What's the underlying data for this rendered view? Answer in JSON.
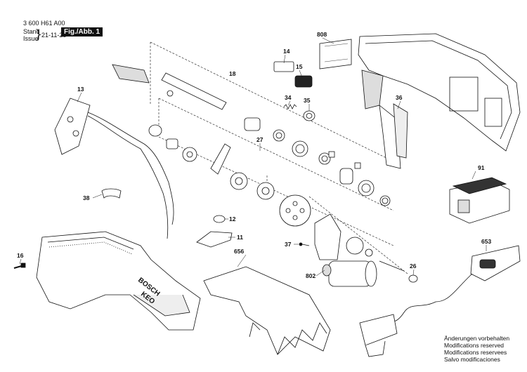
{
  "header": {
    "doc_number": "3 600 H61 A00",
    "stand_label": "Stand",
    "issue_label": "Issue",
    "date": "21-11-25",
    "figure_label": "Fig./Abb. 1"
  },
  "part_labels": [
    "808",
    "14",
    "15",
    "18",
    "13",
    "34",
    "35",
    "36",
    "27",
    "91",
    "38",
    "12",
    "11",
    "656",
    "653",
    "16",
    "37",
    "802",
    "26"
  ],
  "brand_text": {
    "bosch": "BOSCH",
    "keo": "KEO"
  },
  "notes": [
    "Änderungen vorbehalten",
    "Modifications reserved",
    "Modifications reservees",
    "Salvo modificaciones"
  ]
}
